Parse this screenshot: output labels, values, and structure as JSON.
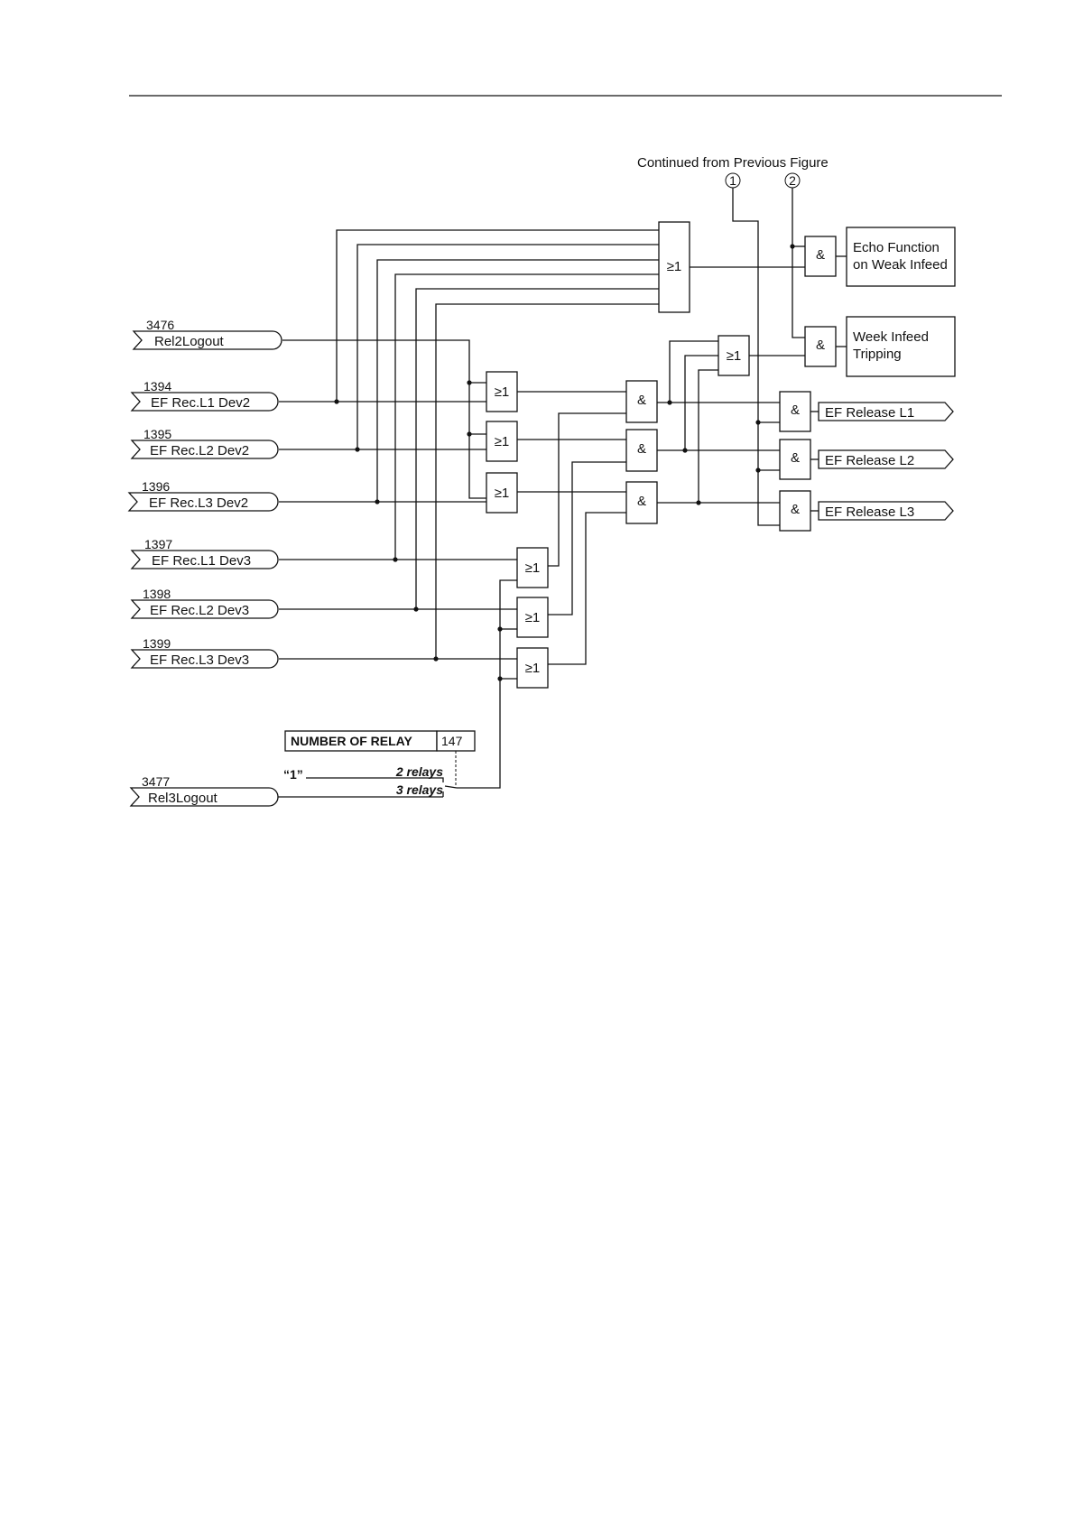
{
  "continued_label": "Continued from Previous Figure",
  "connectors": [
    "1",
    "2"
  ],
  "inputs": [
    {
      "number": "3476",
      "name": "Rel2Logout"
    },
    {
      "number": "1394",
      "name": "EF Rec.L1 Dev2"
    },
    {
      "number": "1395",
      "name": "EF Rec.L2 Dev2"
    },
    {
      "number": "1396",
      "name": "EF Rec.L3 Dev2"
    },
    {
      "number": "1397",
      "name": "EF Rec.L1 Dev3"
    },
    {
      "number": "1398",
      "name": "EF Rec.L2 Dev3"
    },
    {
      "number": "1399",
      "name": "EF Rec.L3 Dev3"
    },
    {
      "number": "3477",
      "name": "Rel3Logout"
    }
  ],
  "gates": {
    "or": "≥1",
    "and": "&"
  },
  "function_blocks": {
    "echo_line1": "Echo Function",
    "echo_line2": "on Weak Infeed",
    "weak_line1": "Week Infeed",
    "weak_line2": "Tripping"
  },
  "outputs": [
    "EF Release L1",
    "EF Release L2",
    "EF Release L3"
  ],
  "setting": {
    "name": "NUMBER OF RELAY",
    "address": "147",
    "constant": "“1”",
    "options": [
      "2 relays",
      "3 relays"
    ]
  }
}
